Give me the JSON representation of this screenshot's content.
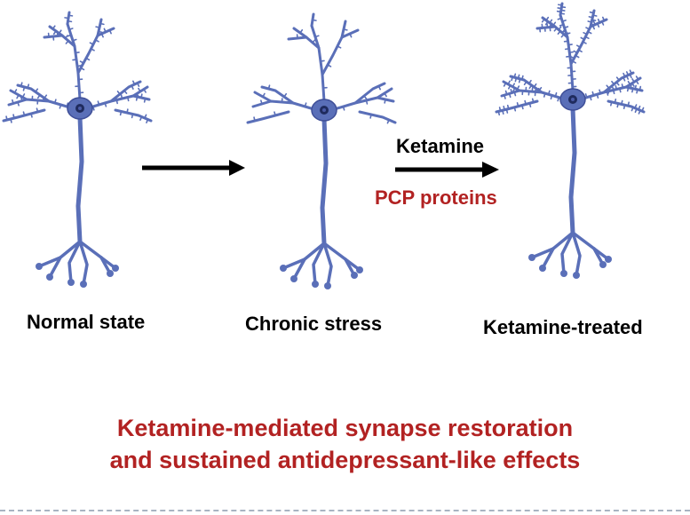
{
  "states": [
    {
      "label": "Normal state",
      "spine_density": "high"
    },
    {
      "label": "Chronic stress",
      "spine_density": "low"
    },
    {
      "label": "Ketamine-treated",
      "spine_density": "very-high"
    }
  ],
  "treatment": {
    "agent": "Ketamine",
    "mechanism": "PCP proteins"
  },
  "caption": {
    "line1": "Ketamine-mediated synapse restoration",
    "line2": "and sustained antidepressant-like effects"
  },
  "colors": {
    "neuron": "#5a6fb8",
    "neuron_outline": "#3f4f98",
    "nucleus": "#1f2b5e",
    "arrow": "#000000",
    "accent_text": "#b22222",
    "caption_text": "#b22222",
    "label_text": "#000000"
  }
}
